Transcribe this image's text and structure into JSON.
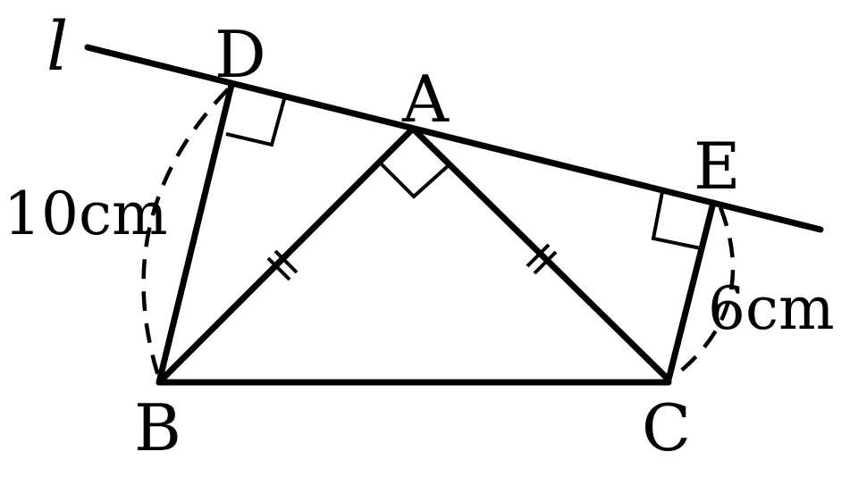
{
  "diagram": {
    "line_label": "l",
    "points": {
      "A": "A",
      "B": "B",
      "C": "C",
      "D": "D",
      "E": "E"
    },
    "measurements": {
      "BD": "10cm",
      "CE": "6cm"
    }
  }
}
